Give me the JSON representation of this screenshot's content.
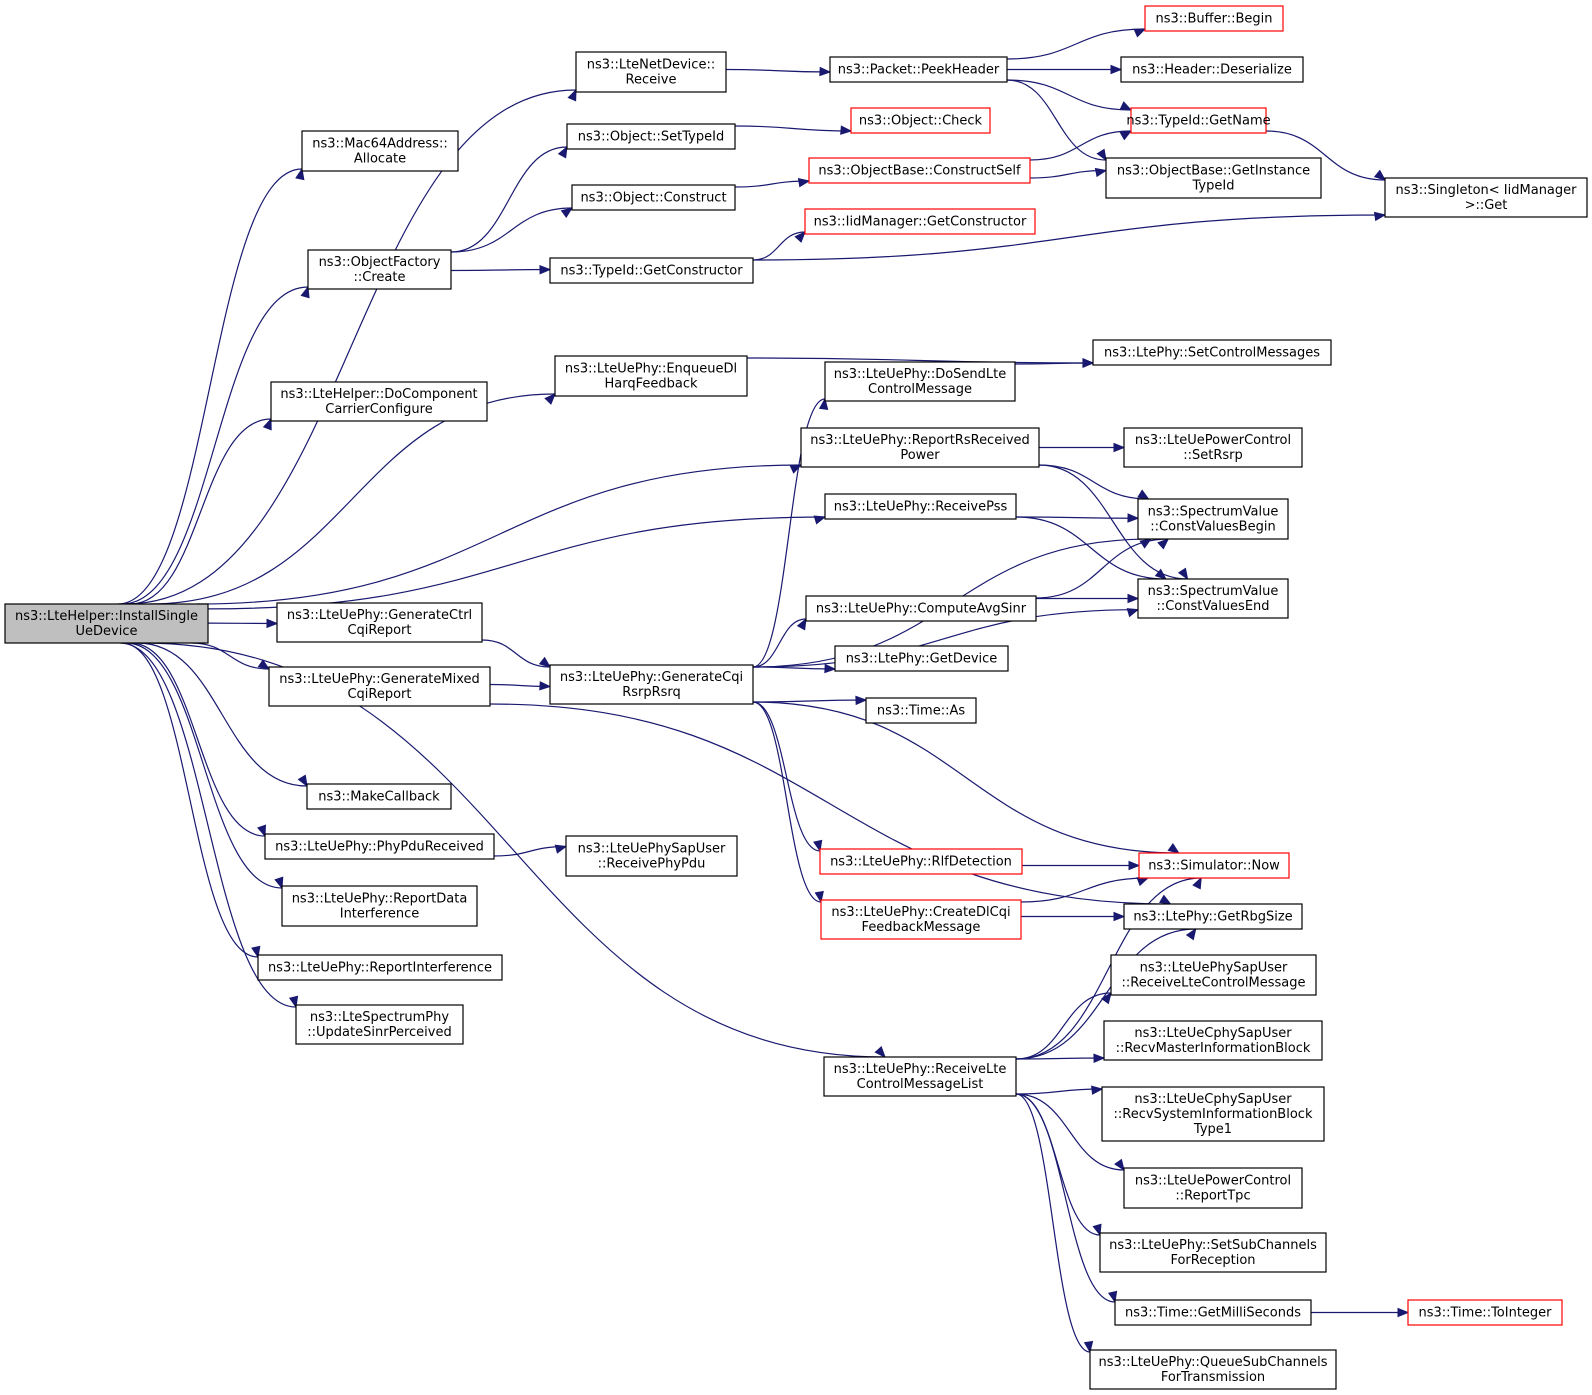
{
  "colors": {
    "edge": "#191970",
    "node_border": "#000000",
    "truncated_node_border": "#ff0000",
    "root_fill": "#bfbfbf",
    "node_fill": "#ffffff"
  },
  "nodes": [
    {
      "id": "root",
      "lines": [
        "ns3::LteHelper::InstallSingle",
        "UeDevice"
      ],
      "root": true
    },
    {
      "id": "mac64",
      "lines": [
        "ns3::Mac64Address::",
        "Allocate"
      ]
    },
    {
      "id": "ofcreate",
      "lines": [
        "ns3::ObjectFactory",
        "::Create"
      ]
    },
    {
      "id": "docc",
      "lines": [
        "ns3::LteHelper::DoComponent",
        "CarrierConfigure"
      ]
    },
    {
      "id": "genctrl",
      "lines": [
        "ns3::LteUePhy::GenerateCtrl",
        "CqiReport"
      ]
    },
    {
      "id": "genmixed",
      "lines": [
        "ns3::LteUePhy::GenerateMixed",
        "CqiReport"
      ]
    },
    {
      "id": "makecb",
      "lines": [
        "ns3::MakeCallback"
      ]
    },
    {
      "id": "phypdu",
      "lines": [
        "ns3::LteUePhy::PhyPduReceived"
      ]
    },
    {
      "id": "repdata",
      "lines": [
        "ns3::LteUePhy::ReportData",
        "Interference"
      ]
    },
    {
      "id": "repint",
      "lines": [
        "ns3::LteUePhy::ReportInterference"
      ]
    },
    {
      "id": "updsinr",
      "lines": [
        "ns3::LteSpectrumPhy",
        "::UpdateSinrPerceived"
      ]
    },
    {
      "id": "ndrecv",
      "lines": [
        "ns3::LteNetDevice::",
        "Receive"
      ]
    },
    {
      "id": "settid",
      "lines": [
        "ns3::Object::SetTypeId"
      ]
    },
    {
      "id": "objconstruct",
      "lines": [
        "ns3::Object::Construct"
      ]
    },
    {
      "id": "tidgetctor",
      "lines": [
        "ns3::TypeId::GetConstructor"
      ]
    },
    {
      "id": "enqdl",
      "lines": [
        "ns3::LteUePhy::EnqueueDl",
        "HarqFeedback"
      ]
    },
    {
      "id": "gencqi",
      "lines": [
        "ns3::LteUePhy::GenerateCqi",
        "RsrpRsrq"
      ]
    },
    {
      "id": "phyrecvpdu",
      "lines": [
        "ns3::LteUePhySapUser",
        "::ReceivePhyPdu"
      ]
    },
    {
      "id": "peekhdr",
      "lines": [
        "ns3::Packet::PeekHeader"
      ]
    },
    {
      "id": "objcheck",
      "lines": [
        "ns3::Object::Check"
      ],
      "truncated": true
    },
    {
      "id": "constructself",
      "lines": [
        "ns3::ObjectBase::ConstructSelf"
      ],
      "truncated": true
    },
    {
      "id": "iidgetctor",
      "lines": [
        "ns3::IidManager::GetConstructor"
      ],
      "truncated": true
    },
    {
      "id": "dosendlte",
      "lines": [
        "ns3::LteUePhy::DoSendLte",
        "ControlMessage"
      ]
    },
    {
      "id": "reprsrp",
      "lines": [
        "ns3::LteUePhy::ReportRsReceived",
        "Power"
      ]
    },
    {
      "id": "recvpss",
      "lines": [
        "ns3::LteUePhy::ReceivePss"
      ]
    },
    {
      "id": "avgsinr",
      "lines": [
        "ns3::LteUePhy::ComputeAvgSinr"
      ]
    },
    {
      "id": "getdevice",
      "lines": [
        "ns3::LtePhy::GetDevice"
      ]
    },
    {
      "id": "timeas",
      "lines": [
        "ns3::Time::As"
      ]
    },
    {
      "id": "rlfdet",
      "lines": [
        "ns3::LteUePhy::RlfDetection"
      ],
      "truncated": true
    },
    {
      "id": "createdlcqi",
      "lines": [
        "ns3::LteUePhy::CreateDlCqi",
        "FeedbackMessage"
      ],
      "truncated": true
    },
    {
      "id": "recvltelist",
      "lines": [
        "ns3::LteUePhy::ReceiveLte",
        "ControlMessageList"
      ]
    },
    {
      "id": "bufbegin",
      "lines": [
        "ns3::Buffer::Begin"
      ],
      "truncated": true
    },
    {
      "id": "hdrdeser",
      "lines": [
        "ns3::Header::Deserialize"
      ]
    },
    {
      "id": "tidgetname",
      "lines": [
        "ns3::TypeId::GetName"
      ],
      "truncated": true
    },
    {
      "id": "getinsttid",
      "lines": [
        "ns3::ObjectBase::GetInstance",
        "TypeId"
      ]
    },
    {
      "id": "singleton",
      "lines": [
        "ns3::Singleton< IidManager",
        ">::Get"
      ]
    },
    {
      "id": "setctrlmsgs",
      "lines": [
        "ns3::LtePhy::SetControlMessages"
      ]
    },
    {
      "id": "setrsrp",
      "lines": [
        "ns3::LteUePowerControl",
        "::SetRsrp"
      ]
    },
    {
      "id": "cvbegin",
      "lines": [
        "ns3::SpectrumValue",
        "::ConstValuesBegin"
      ]
    },
    {
      "id": "cvend",
      "lines": [
        "ns3::SpectrumValue",
        "::ConstValuesEnd"
      ]
    },
    {
      "id": "simnow",
      "lines": [
        "ns3::Simulator::Now"
      ],
      "truncated": true
    },
    {
      "id": "getrbg",
      "lines": [
        "ns3::LtePhy::GetRbgSize"
      ]
    },
    {
      "id": "recvltectrl",
      "lines": [
        "ns3::LteUePhySapUser",
        "::ReceiveLteControlMessage"
      ]
    },
    {
      "id": "recvmib",
      "lines": [
        "ns3::LteUeCphySapUser",
        "::RecvMasterInformationBlock"
      ]
    },
    {
      "id": "recvsib1",
      "lines": [
        "ns3::LteUeCphySapUser",
        "::RecvSystemInformationBlock",
        "Type1"
      ]
    },
    {
      "id": "reptpc",
      "lines": [
        "ns3::LteUePowerControl",
        "::ReportTpc"
      ]
    },
    {
      "id": "setsubch",
      "lines": [
        "ns3::LteUePhy::SetSubChannels",
        "ForReception"
      ]
    },
    {
      "id": "getms",
      "lines": [
        "ns3::Time::GetMilliSeconds"
      ]
    },
    {
      "id": "toint",
      "lines": [
        "ns3::Time::ToInteger"
      ],
      "truncated": true
    },
    {
      "id": "queuesub",
      "lines": [
        "ns3::LteUePhy::QueueSubChannels",
        "ForTransmission"
      ]
    }
  ],
  "edges": [
    [
      "root",
      "mac64"
    ],
    [
      "root",
      "ndrecv"
    ],
    [
      "root",
      "ofcreate"
    ],
    [
      "root",
      "docc"
    ],
    [
      "root",
      "enqdl"
    ],
    [
      "root",
      "reprsrp"
    ],
    [
      "root",
      "recvpss"
    ],
    [
      "root",
      "genctrl"
    ],
    [
      "root",
      "genmixed"
    ],
    [
      "root",
      "recvltelist"
    ],
    [
      "root",
      "makecb"
    ],
    [
      "root",
      "phypdu"
    ],
    [
      "root",
      "repdata"
    ],
    [
      "root",
      "repint"
    ],
    [
      "root",
      "updsinr"
    ],
    [
      "ofcreate",
      "settid"
    ],
    [
      "ofcreate",
      "objconstruct"
    ],
    [
      "ofcreate",
      "tidgetctor"
    ],
    [
      "ndrecv",
      "peekhdr"
    ],
    [
      "settid",
      "objcheck"
    ],
    [
      "objconstruct",
      "constructself"
    ],
    [
      "tidgetctor",
      "iidgetctor"
    ],
    [
      "tidgetctor",
      "singleton"
    ],
    [
      "peekhdr",
      "bufbegin"
    ],
    [
      "peekhdr",
      "hdrdeser"
    ],
    [
      "peekhdr",
      "tidgetname"
    ],
    [
      "peekhdr",
      "getinsttid"
    ],
    [
      "constructself",
      "tidgetname"
    ],
    [
      "constructself",
      "getinsttid"
    ],
    [
      "tidgetname",
      "singleton"
    ],
    [
      "enqdl",
      "setctrlmsgs"
    ],
    [
      "dosendlte",
      "setctrlmsgs"
    ],
    [
      "reprsrp",
      "setrsrp"
    ],
    [
      "reprsrp",
      "cvbegin"
    ],
    [
      "reprsrp",
      "cvend"
    ],
    [
      "recvpss",
      "cvbegin"
    ],
    [
      "recvpss",
      "cvend"
    ],
    [
      "avgsinr",
      "cvbegin"
    ],
    [
      "avgsinr",
      "cvend"
    ],
    [
      "genctrl",
      "gencqi"
    ],
    [
      "genmixed",
      "gencqi"
    ],
    [
      "genmixed",
      "getrbg"
    ],
    [
      "gencqi",
      "dosendlte"
    ],
    [
      "gencqi",
      "cvbegin"
    ],
    [
      "gencqi",
      "avgsinr"
    ],
    [
      "gencqi",
      "getdevice"
    ],
    [
      "gencqi",
      "timeas"
    ],
    [
      "gencqi",
      "cvend"
    ],
    [
      "gencqi",
      "simnow"
    ],
    [
      "gencqi",
      "rlfdet"
    ],
    [
      "gencqi",
      "createdlcqi"
    ],
    [
      "phypdu",
      "phyrecvpdu"
    ],
    [
      "rlfdet",
      "simnow"
    ],
    [
      "createdlcqi",
      "simnow"
    ],
    [
      "createdlcqi",
      "getrbg"
    ],
    [
      "recvltelist",
      "simnow"
    ],
    [
      "recvltelist",
      "getrbg"
    ],
    [
      "recvltelist",
      "recvltectrl"
    ],
    [
      "recvltelist",
      "recvmib"
    ],
    [
      "recvltelist",
      "recvsib1"
    ],
    [
      "recvltelist",
      "reptpc"
    ],
    [
      "recvltelist",
      "setsubch"
    ],
    [
      "recvltelist",
      "getms"
    ],
    [
      "recvltelist",
      "queuesub"
    ],
    [
      "getms",
      "toint"
    ]
  ]
}
